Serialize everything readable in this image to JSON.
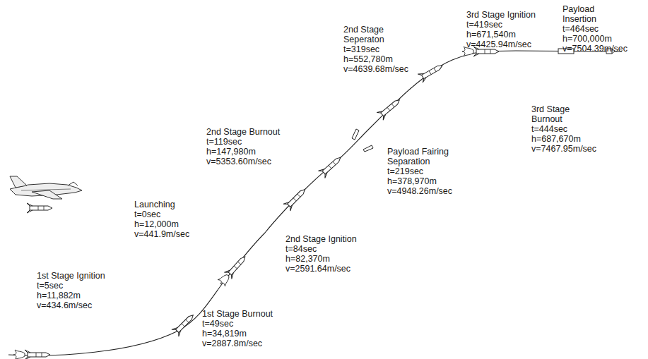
{
  "diagram": {
    "labels": [
      "Launching",
      "t=0sec",
      "h=12,000m",
      "v=441.9m/sec",
      "1st Stage Ignition",
      "t=5sec",
      "h=11,882m",
      "v=434.6m/sec",
      "1st Stage Burnout",
      "t=49sec",
      "h=34,819m",
      "v=2887.8m/sec",
      "2nd Stage Ignition",
      "t=84sec",
      "h=82,370m",
      "v=2591.64m/sec",
      "2nd Stage Burnout",
      "t=119sec",
      "h=147,980m",
      "v=5353.60m/sec",
      "Payload Fairing",
      "Separation",
      "t=219sec",
      "h=378,970m",
      "v=4948.26m/sec",
      "2nd Stage",
      "Seperaton",
      "t=319sec",
      "h=552,780m",
      "v=4639.68m/sec",
      "3rd Stage Ignition",
      "t=419sec",
      "h=671,540m",
      "v=4425.94m/sec",
      "3rd Stage",
      "Burnout",
      "t=444sec",
      "h=687,670m",
      "v=7467.95m/sec",
      "Payload",
      "Insertion",
      "t=464sec",
      "h=700,000m",
      "v=7504.39m/sec"
    ]
  }
}
